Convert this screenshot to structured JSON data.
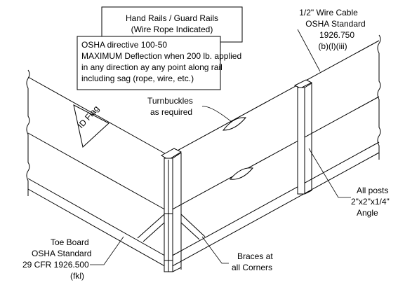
{
  "title_box": {
    "line1": "Hand Rails / Guard Rails",
    "line2": "(Wire Rope Indicated)"
  },
  "directive_box": {
    "line1": "OSHA directive 100-50",
    "line2": "MAXIMUM Deflection when 200 lb. applied",
    "line3": "in any direction ay any point along rail",
    "line4": "including sag (rope, wire, etc.)"
  },
  "wire_cable_label": {
    "line1": "1/2\" Wire Cable",
    "line2": "OSHA Standard",
    "line3": "1926.750",
    "line4": "(b)(l)(iii)"
  },
  "turnbuckles_label": {
    "line1": "Turnbuckles",
    "line2": "as required"
  },
  "flag_label": "ID Flag",
  "posts_label": {
    "line1": "All posts",
    "line2": "2\"x2\"x1/4\"",
    "line3": "Angle"
  },
  "toe_board_label": {
    "line1": "Toe Board",
    "line2": "OSHA Standard",
    "line3": "29 CFR 1926.500",
    "line4": "(fkl)"
  },
  "braces_label": {
    "line1": "Braces at",
    "line2": "all Corners"
  }
}
